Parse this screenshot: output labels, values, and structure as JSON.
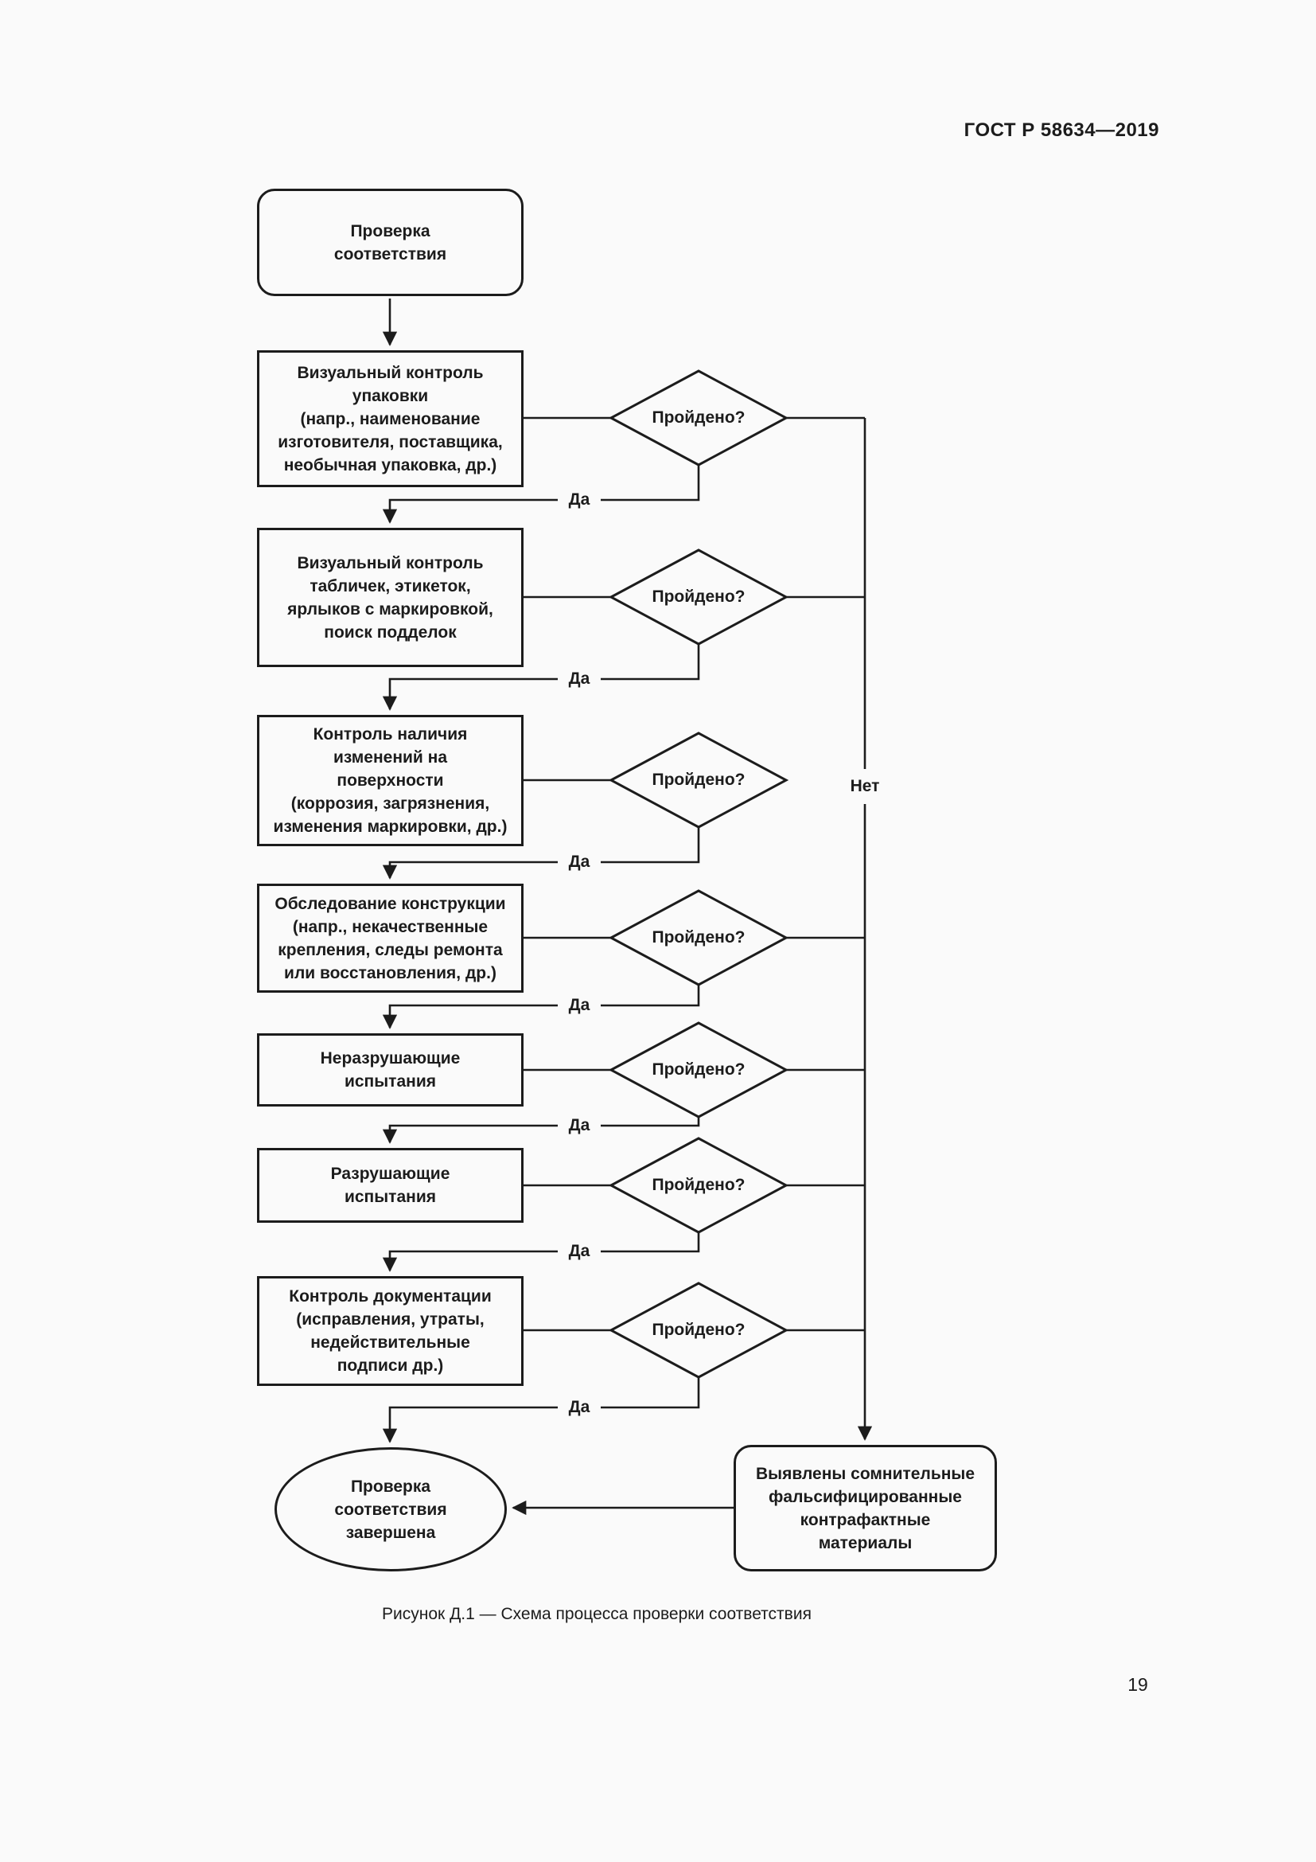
{
  "page": {
    "header": "ГОСТ Р 58634—2019",
    "caption": "Рисунок Д.1 — Схема процесса проверки соответствия",
    "page_number": "19"
  },
  "colors": {
    "ink": "#1c1c1c",
    "background": "#fafafa"
  },
  "flow": {
    "start": {
      "label": "Проверка\nсоответствия"
    },
    "steps": [
      {
        "label": "Визуальный контроль\nупаковки\n(напр., наименование\nизготовителя, поставщика,\nнеобычная упаковка, др.)",
        "decision": "Пройдено?",
        "yes": "Да"
      },
      {
        "label": "Визуальный контроль\nтабличек, этикеток,\nярлыков с маркировкой,\nпоиск подделок",
        "decision": "Пройдено?",
        "yes": "Да"
      },
      {
        "label": "Контроль наличия\nизменений на\nповерхности\n(коррозия, загрязнения,\nизменения маркировки, др.)",
        "decision": "Пройдено?",
        "yes": "Да"
      },
      {
        "label": "Обследование конструкции\n(напр., некачественные\nкрепления, следы ремонта\nили восстановления, др.)",
        "decision": "Пройдено?",
        "yes": "Да"
      },
      {
        "label": "Неразрушающие\nиспытания",
        "decision": "Пройдено?",
        "yes": "Да"
      },
      {
        "label": "Разрушающие\nиспытания",
        "decision": "Пройдено?",
        "yes": "Да"
      },
      {
        "label": "Контроль документации\n(исправления, утраты,\nнедействительные\nподписи др.)",
        "decision": "Пройдено?",
        "yes": "Да"
      }
    ],
    "no_label": "Нет",
    "end": {
      "label": "Проверка\nсоответствия\nзавершена"
    },
    "fail": {
      "label": "Выявлены сомнительные\nфальсифицированные\nконтрафактные\nматериалы"
    }
  }
}
